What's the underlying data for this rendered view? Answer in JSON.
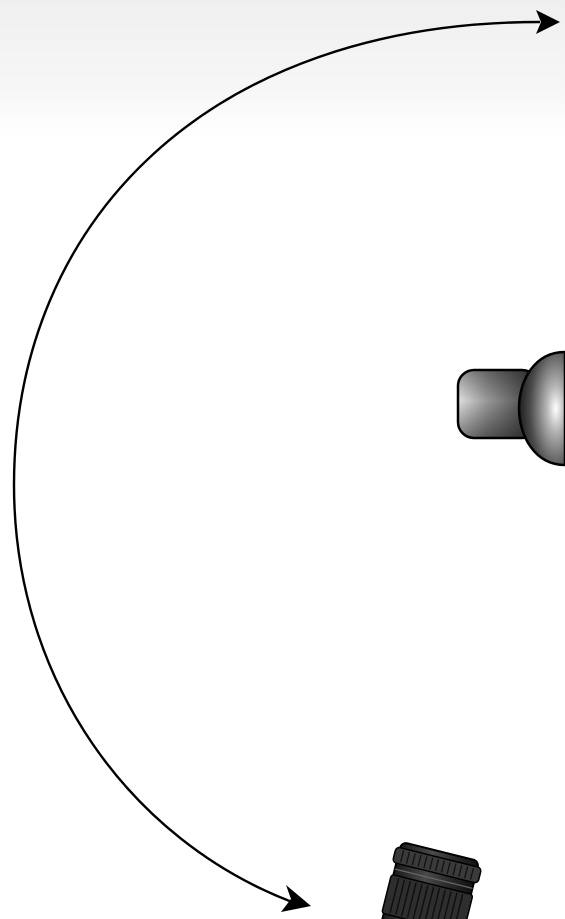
{
  "diagram": {
    "background_color": "#ffffff",
    "arrow_color": "#000000",
    "elements": [
      {
        "kind": "curved-double-arrow",
        "icon": "curved-arrow-icon"
      },
      {
        "kind": "light-fixture",
        "icon": "lamp-icon",
        "color": "#3a3a3a"
      },
      {
        "kind": "camera-lens",
        "icon": "lens-icon",
        "color": "#2b2b2b"
      }
    ]
  }
}
